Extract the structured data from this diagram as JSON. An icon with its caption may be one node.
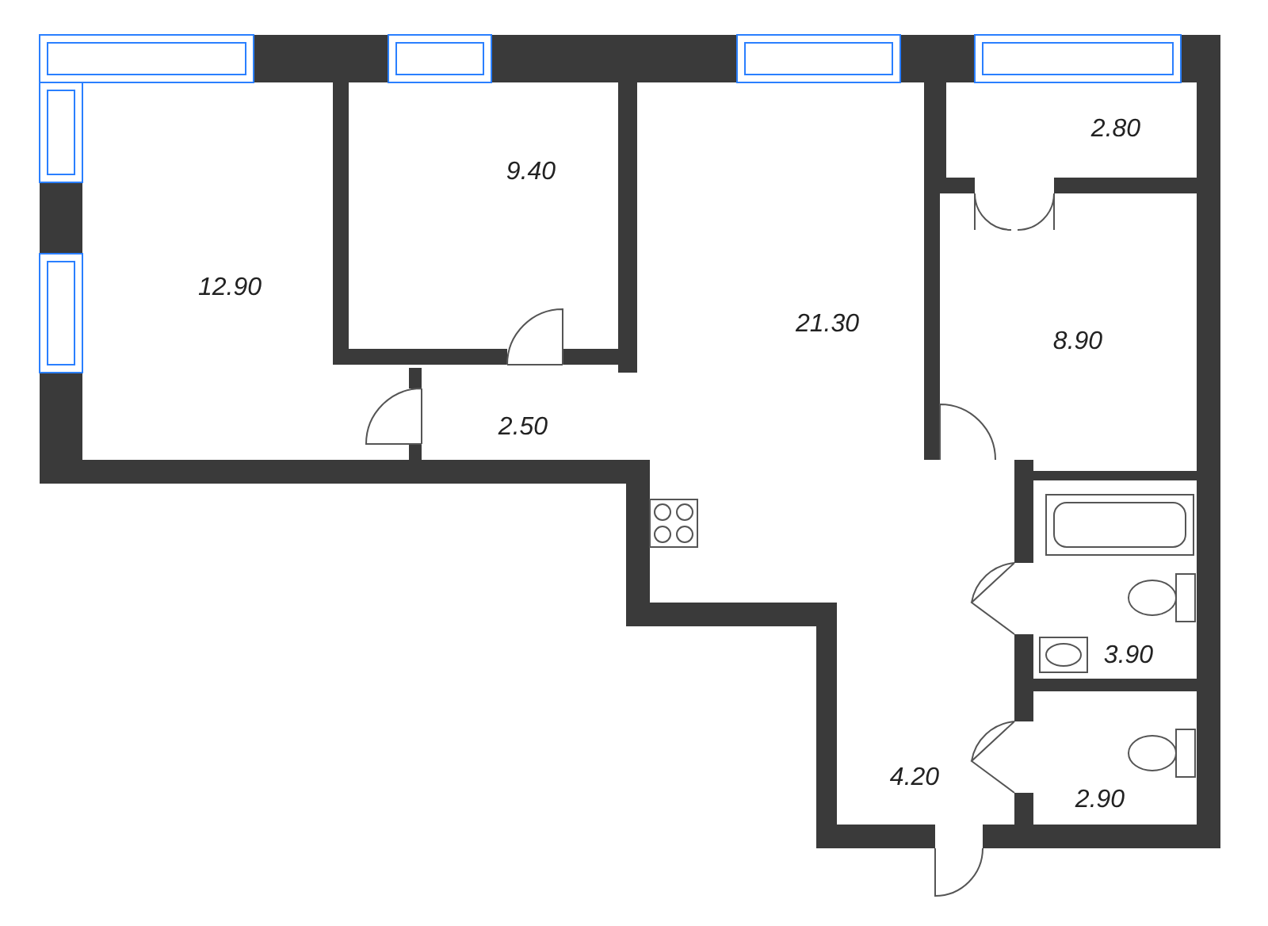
{
  "diagram": {
    "labels": [
      "9.40",
      "2.80",
      "12.90",
      "21.30",
      "8.90",
      "2.50",
      "3.90",
      "4.20",
      "2.90"
    ]
  }
}
